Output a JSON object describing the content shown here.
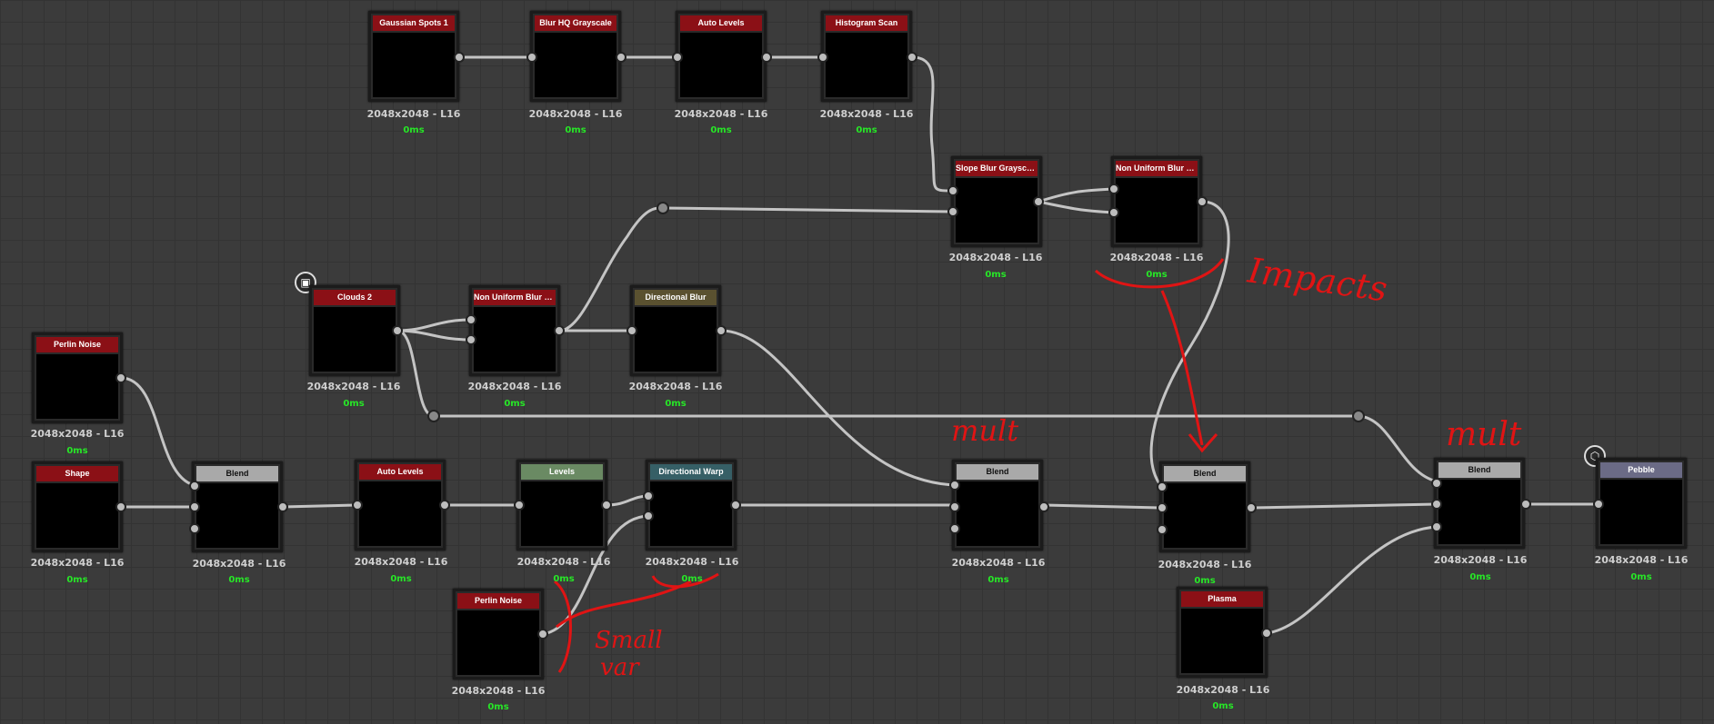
{
  "nodes": [
    {
      "id": "gaussian",
      "title": "Gaussian Spots 1",
      "hdr": "#8b1016",
      "res": "2048x2048 - L16",
      "time": "0ms",
      "thumb": "noise"
    },
    {
      "id": "blurhq",
      "title": "Blur HQ Grayscale",
      "hdr": "#8b1016",
      "res": "2048x2048 - L16",
      "time": "0ms",
      "thumb": "blur"
    },
    {
      "id": "autolevels1",
      "title": "Auto Levels",
      "hdr": "#8b1016",
      "res": "2048x2048 - L16",
      "time": "0ms",
      "thumb": "levels"
    },
    {
      "id": "histscan",
      "title": "Histogram Scan",
      "hdr": "#8b1016",
      "res": "2048x2048 - L16",
      "time": "0ms",
      "thumb": "spots"
    },
    {
      "id": "slopeblur",
      "title": "Slope Blur Grayscale",
      "hdr": "#8b1016",
      "res": "2048x2048 - L16",
      "time": "0ms",
      "thumb": "spots"
    },
    {
      "id": "nonuni2",
      "title": "Non Uniform Blur Gray...",
      "hdr": "#8b1016",
      "res": "2048x2048 - L16",
      "time": "0ms",
      "thumb": "spots"
    },
    {
      "id": "clouds2",
      "title": "Clouds 2",
      "hdr": "#8b1016",
      "res": "2048x2048 - L16",
      "time": "0ms",
      "thumb": "clouds"
    },
    {
      "id": "nonuni1",
      "title": "Non Uniform Blur Gray...",
      "hdr": "#8b1016",
      "res": "2048x2048 - L16",
      "time": "0ms",
      "thumb": "clouds"
    },
    {
      "id": "dirblur",
      "title": "Directional Blur",
      "hdr": "#5a5130",
      "res": "2048x2048 - L16",
      "time": "0ms",
      "thumb": "clouds"
    },
    {
      "id": "perlin1",
      "title": "Perlin Noise",
      "hdr": "#8b1016",
      "res": "2048x2048 - L16",
      "time": "0ms",
      "thumb": "perlin"
    },
    {
      "id": "shape",
      "title": "Shape",
      "hdr": "#8b1016",
      "res": "2048x2048 - L16",
      "time": "0ms",
      "thumb": "shape"
    },
    {
      "id": "blend1",
      "title": "Blend",
      "hdr": "#a9a9a9",
      "res": "2048x2048 - L16",
      "time": "0ms",
      "thumb": "shape"
    },
    {
      "id": "autolevels2",
      "title": "Auto Levels",
      "hdr": "#8b1016",
      "res": "2048x2048 - L16",
      "time": "0ms",
      "thumb": "shape"
    },
    {
      "id": "levels",
      "title": "Levels",
      "hdr": "#6a8a63",
      "res": "2048x2048 - L16",
      "time": "0ms",
      "thumb": "pebble"
    },
    {
      "id": "dirwarp",
      "title": "Directional Warp",
      "hdr": "#365f66",
      "res": "2048x2048 - L16",
      "time": "0ms",
      "thumb": "pebble"
    },
    {
      "id": "perlin2",
      "title": "Perlin Noise",
      "hdr": "#8b1016",
      "res": "2048x2048 - L16",
      "time": "0ms",
      "thumb": "perlin2"
    },
    {
      "id": "blend2",
      "title": "Blend",
      "hdr": "#a9a9a9",
      "res": "2048x2048 - L16",
      "time": "0ms",
      "thumb": "pebble"
    },
    {
      "id": "blend3",
      "title": "Blend",
      "hdr": "#a9a9a9",
      "res": "2048x2048 - L16",
      "time": "0ms",
      "thumb": "pebble"
    },
    {
      "id": "plasma",
      "title": "Plasma",
      "hdr": "#8b1016",
      "res": "2048x2048 - L16",
      "time": "0ms",
      "thumb": "plasma"
    },
    {
      "id": "blend4",
      "title": "Blend",
      "hdr": "#a9a9a9",
      "res": "2048x2048 - L16",
      "time": "0ms",
      "thumb": "pebble"
    },
    {
      "id": "pebble",
      "title": "Pebble",
      "hdr": "#6b6b86",
      "res": "2048x2048 - L16",
      "time": "0ms",
      "thumb": "pebble"
    }
  ],
  "notes": {
    "impacts": "Impacts",
    "mult1": "mult",
    "mult2": "mult",
    "small1": "Small",
    "small2": "var"
  },
  "colors": {
    "annotation": "#e01414",
    "wire": "#c4c4c4",
    "time": "#27e627"
  }
}
